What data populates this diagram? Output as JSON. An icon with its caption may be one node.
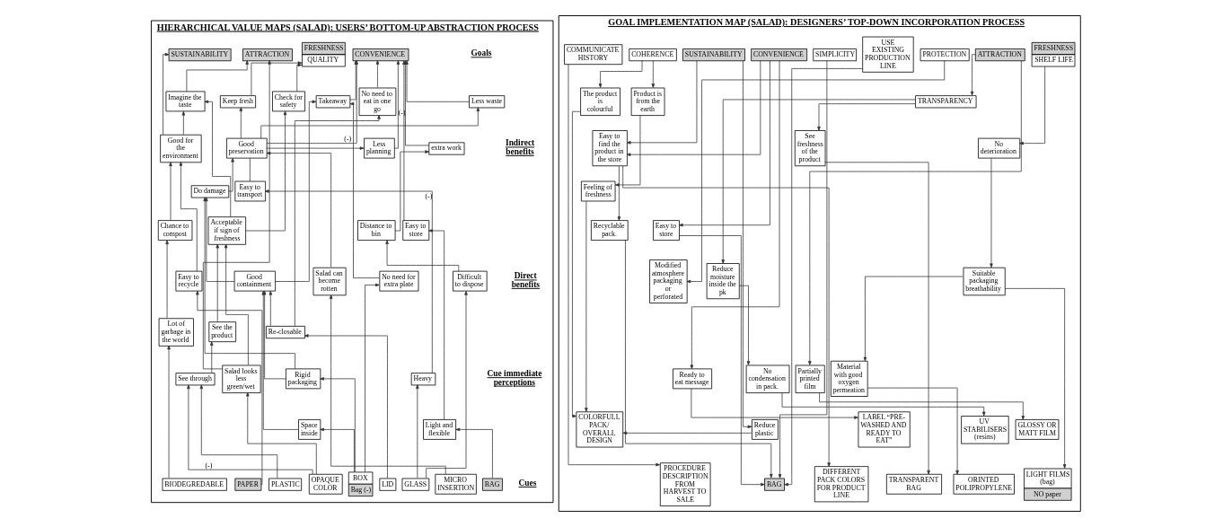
{
  "diagram": {
    "nodes": [
      {
        "text": [
          "HIERARCHICAL VALUE MAPS (SALAD): USERS’ BOTTOM-UP ABSTRACTION PROCESS"
        ]
      },
      {
        "text": [
          "GOAL IMPLEMENTATION MAP (SALAD): DESIGNERS’ TOP-DOWN INCORPORATION PROCESS"
        ]
      },
      {
        "text": [
          "CONVENIENCE"
        ],
        "in": 0
      },
      {
        "text": [
          "FRESHNESS",
          "QUALITY"
        ],
        "in": 0
      },
      {
        "text": [
          "ATTRACTION"
        ],
        "in": 0
      },
      {
        "text": [
          "SUSTAINABILITY"
        ],
        "in": 0
      },
      {
        "text": [
          "Takeaway"
        ],
        "in": 0
      },
      {
        "text": [
          "No need to eat in one go"
        ],
        "in": 0
      },
      {
        "text": [
          "Less planning"
        ],
        "in": 0
      },
      {
        "text": [
          "Keep fresh"
        ],
        "in": 0
      },
      {
        "text": [
          "Less waste"
        ],
        "in": 0
      },
      {
        "text": [
          "Check for safety"
        ],
        "in": 0
      },
      {
        "text": [
          "Imagine the taste"
        ],
        "in": 0
      },
      {
        "text": [
          "Good preservation"
        ],
        "in": 0
      },
      {
        "text": [
          "extra work"
        ],
        "in": 0
      },
      {
        "text": [
          "Good for the environment"
        ],
        "in": 0
      },
      {
        "text": [
          "Do damage"
        ],
        "in": 0
      },
      {
        "text": [
          "Easy to transport"
        ],
        "in": 0
      },
      {
        "text": [
          "Easy to store"
        ],
        "in": 0
      },
      {
        "text": [
          "Distance to bin"
        ],
        "in": 0
      },
      {
        "text": [
          "Acceptable if sign of freshness"
        ],
        "in": 0
      },
      {
        "text": [
          "Chance to compost"
        ],
        "in": 0
      },
      {
        "text": [
          "No need for extra plate"
        ],
        "in": 0
      },
      {
        "text": [
          "Good containment"
        ],
        "in": 0
      },
      {
        "text": [
          "Salad can become rotten"
        ],
        "in": 0
      },
      {
        "text": [
          "Difficult to dispose"
        ],
        "in": 0
      },
      {
        "text": [
          "Easy to recycle"
        ],
        "in": 0
      },
      {
        "text": [
          "Rigid packaging"
        ],
        "in": 0
      },
      {
        "text": [
          "Re-closable"
        ],
        "in": 0
      },
      {
        "text": [
          "Space inside"
        ],
        "in": 0
      },
      {
        "text": [
          "Light and flexible"
        ],
        "in": 0
      },
      {
        "text": [
          "Heavy"
        ],
        "in": 0
      },
      {
        "text": [
          "See the product"
        ],
        "in": 0
      },
      {
        "text": [
          "See through"
        ],
        "in": 0
      },
      {
        "text": [
          "Salad looks less green/wet"
        ],
        "in": 0
      },
      {
        "text": [
          "Lot of garbage in the world"
        ],
        "in": 0
      },
      {
        "text": [
          "BOX",
          "Bag (-)"
        ],
        "in": 0
      },
      {
        "text": [
          "LID"
        ],
        "in": 0
      },
      {
        "text": [
          "BAG"
        ],
        "in": 0
      },
      {
        "text": [
          "MICRO INSERTION"
        ],
        "in": 0
      },
      {
        "text": [
          "GLASS"
        ],
        "in": 0
      },
      {
        "text": [
          "PLASTIC"
        ],
        "in": 0
      },
      {
        "text": [
          "OPAQUE COLOR"
        ],
        "in": 0
      },
      {
        "text": [
          "PAPER"
        ],
        "in": 0
      },
      {
        "text": [
          "BIODEGREDABLE"
        ],
        "in": 0
      },
      {
        "text": [
          "FRESHNESS",
          "SHELF LIFE"
        ],
        "in": 1
      },
      {
        "text": [
          "ATTRACTION"
        ],
        "in": 1
      },
      {
        "text": [
          "TRANSPARENCY"
        ],
        "in": 1
      },
      {
        "text": [
          "PROTECTION"
        ],
        "in": 1
      },
      {
        "text": [
          "USE EXISTING PRODUCTION LINE"
        ],
        "in": 1
      },
      {
        "text": [
          "SIMPLICITY"
        ],
        "in": 1
      },
      {
        "text": [
          "CONVENIENCE"
        ],
        "in": 1
      },
      {
        "text": [
          "SUSTAINABILITY"
        ],
        "in": 1
      },
      {
        "text": [
          "COHERENCE"
        ],
        "in": 1
      },
      {
        "text": [
          "COMMUNICATE HISTORY"
        ],
        "in": 1
      },
      {
        "text": [
          "No deterioration"
        ],
        "in": 1
      },
      {
        "text": [
          "See freshness of the product"
        ],
        "in": 1
      },
      {
        "text": [
          "Easy to find the product in the store"
        ],
        "in": 1
      },
      {
        "text": [
          "The product is colourful"
        ],
        "in": 1
      },
      {
        "text": [
          "Product is from the earth"
        ],
        "in": 1
      },
      {
        "text": [
          "Feeling of freshness"
        ],
        "in": 1
      },
      {
        "text": [
          "Suitable packaging breathability"
        ],
        "in": 1
      },
      {
        "text": [
          "Reduce moisture inside the pk"
        ],
        "in": 1
      },
      {
        "text": [
          "Modified atmosphere packaging or perforated"
        ],
        "in": 1
      },
      {
        "text": [
          "Easy to store"
        ],
        "in": 1
      },
      {
        "text": [
          "Recyclable pack."
        ],
        "in": 1
      },
      {
        "text": [
          "Material with good oxygen permeation"
        ],
        "in": 1
      },
      {
        "text": [
          "No condensation in pack."
        ],
        "in": 1
      },
      {
        "text": [
          "Partially printed film"
        ],
        "in": 1
      },
      {
        "text": [
          "Ready to eat message"
        ],
        "in": 1
      },
      {
        "text": [
          "Reduce plastic"
        ],
        "in": 1
      },
      {
        "text": [
          "ORINTED POLIPROPYLENE"
        ],
        "in": 1
      },
      {
        "text": [
          "LIGHT FILMS (bag)",
          "NO paper"
        ],
        "in": 1
      },
      {
        "text": [
          "UV STABILISERS (resins)"
        ],
        "in": 1
      },
      {
        "text": [
          "TRANSPARENT BAG"
        ],
        "in": 1
      },
      {
        "text": [
          "GLOSSY OR MATT FILM"
        ],
        "in": 1
      },
      {
        "text": [
          "BAG"
        ],
        "in": 1
      },
      {
        "text": [
          "LABEL “PRE-WASHED AND READY TO EAT”"
        ],
        "in": 1
      },
      {
        "text": [
          "DIFFERENT PACK COLORS FOR PRODUCT LINE"
        ],
        "in": 1
      },
      {
        "text": [
          "COLORFULL PACK/ OVERALL DESIGN"
        ],
        "in": 1
      },
      {
        "text": [
          "PROCEDURE DESCRIPTION FROM HARVEST TO SALE"
        ],
        "in": 1
      }
    ],
    "edges": [
      {
        "from": 6,
        "to": 2,
        "arrow": "to"
      },
      {
        "from": 7,
        "to": 2,
        "arrow": "to"
      },
      {
        "from": 8,
        "to": 2,
        "arrow": "to"
      },
      {
        "from": 13,
        "to": 2,
        "arrow": "to",
        "label": "(-)"
      },
      {
        "from": 10,
        "to": 2,
        "arrow": "to"
      },
      {
        "from": 14,
        "to": 2,
        "arrow": "to",
        "label": "(-)"
      },
      {
        "from": 18,
        "to": 2,
        "arrow": "to"
      },
      {
        "from": 9,
        "to": 3,
        "arrow": "to"
      },
      {
        "from": 11,
        "to": 3,
        "arrow": "to"
      },
      {
        "from": 12,
        "to": 4,
        "arrow": "to"
      },
      {
        "from": 34,
        "to": 4,
        "arrow": "to"
      },
      {
        "from": 15,
        "to": 5,
        "arrow": "to"
      },
      {
        "from": 15,
        "to": 12,
        "arrow": "to"
      },
      {
        "from": 20,
        "to": 12,
        "arrow": "to"
      },
      {
        "from": 20,
        "to": 11,
        "arrow": "to"
      },
      {
        "from": 13,
        "to": 8,
        "arrow": "to"
      },
      {
        "from": 13,
        "to": 9,
        "arrow": "to"
      },
      {
        "from": 13,
        "to": 10,
        "arrow": "to"
      },
      {
        "from": 17,
        "to": 13,
        "arrow": "none"
      },
      {
        "from": 16,
        "to": 13,
        "arrow": "to"
      },
      {
        "from": 24,
        "to": 13,
        "arrow": "to"
      },
      {
        "from": 19,
        "to": 14,
        "arrow": "to"
      },
      {
        "from": 25,
        "to": 19,
        "arrow": "to"
      },
      {
        "from": 40,
        "to": 25,
        "arrow": "to"
      },
      {
        "from": 40,
        "to": 31,
        "arrow": "to"
      },
      {
        "from": 31,
        "to": 17,
        "arrow": "to",
        "label": "(-)"
      },
      {
        "from": 21,
        "to": 15,
        "arrow": "to"
      },
      {
        "from": 26,
        "to": 15,
        "arrow": "to"
      },
      {
        "from": 43,
        "to": 26,
        "arrow": "to"
      },
      {
        "from": 35,
        "to": 21,
        "arrow": "to"
      },
      {
        "from": 44,
        "to": 35,
        "arrow": "to"
      },
      {
        "from": 32,
        "to": 20,
        "arrow": "to"
      },
      {
        "from": 34,
        "to": 20,
        "arrow": "to"
      },
      {
        "from": 33,
        "to": 32,
        "arrow": "to"
      },
      {
        "from": 41,
        "to": 33,
        "arrow": "to"
      },
      {
        "from": 42,
        "to": 33,
        "arrow": "to",
        "label": "(-)"
      },
      {
        "from": 42,
        "to": 34,
        "arrow": "to"
      },
      {
        "from": 36,
        "to": 22,
        "arrow": "to"
      },
      {
        "from": 36,
        "to": 27,
        "arrow": "to"
      },
      {
        "from": 36,
        "to": 29,
        "arrow": "to"
      },
      {
        "from": 27,
        "to": 23,
        "arrow": "to"
      },
      {
        "from": 27,
        "to": 16,
        "arrow": "to"
      },
      {
        "from": 29,
        "to": 23,
        "arrow": "to"
      },
      {
        "from": 37,
        "to": 28,
        "arrow": "to"
      },
      {
        "from": 28,
        "to": 7,
        "arrow": "to"
      },
      {
        "from": 28,
        "to": 23,
        "arrow": "to"
      },
      {
        "from": 38,
        "to": 30,
        "arrow": "to"
      },
      {
        "from": 30,
        "to": 18,
        "arrow": "to"
      },
      {
        "from": 39,
        "to": 24,
        "arrow": "to"
      },
      {
        "from": 23,
        "to": 6,
        "arrow": "to"
      },
      {
        "from": 23,
        "to": 16,
        "arrow": "to"
      },
      {
        "from": 22,
        "to": 6,
        "arrow": "to"
      },
      {
        "from": 45,
        "to": 55,
        "arrow": "to"
      },
      {
        "from": 55,
        "to": 61,
        "arrow": "to"
      },
      {
        "from": 61,
        "to": 66,
        "arrow": "to"
      },
      {
        "from": 66,
        "to": 71,
        "arrow": "to"
      },
      {
        "from": 61,
        "to": 72,
        "arrow": "to"
      },
      {
        "from": 46,
        "to": 47,
        "arrow": "to"
      },
      {
        "from": 47,
        "to": 56,
        "arrow": "to"
      },
      {
        "from": 47,
        "to": 62,
        "arrow": "to"
      },
      {
        "from": 56,
        "to": 74,
        "arrow": "to"
      },
      {
        "from": 46,
        "to": 68,
        "arrow": "to"
      },
      {
        "from": 62,
        "to": 67,
        "arrow": "to"
      },
      {
        "from": 67,
        "to": 73,
        "arrow": "to"
      },
      {
        "from": 48,
        "to": 63,
        "arrow": "to"
      },
      {
        "from": 49,
        "to": 76,
        "arrow": "to"
      },
      {
        "from": 50,
        "to": 76,
        "arrow": "to"
      },
      {
        "from": 64,
        "to": 76,
        "arrow": "to"
      },
      {
        "from": 65,
        "to": 76,
        "arrow": "to"
      },
      {
        "from": 68,
        "to": 75,
        "arrow": "to"
      },
      {
        "from": 51,
        "to": 64,
        "arrow": "to"
      },
      {
        "from": 51,
        "to": 57,
        "arrow": "to"
      },
      {
        "from": 51,
        "to": 69,
        "arrow": "to"
      },
      {
        "from": 52,
        "to": 57,
        "arrow": "to"
      },
      {
        "from": 52,
        "to": 70,
        "arrow": "to"
      },
      {
        "from": 57,
        "to": 65,
        "arrow": "to"
      },
      {
        "from": 57,
        "to": 78,
        "arrow": "to"
      },
      {
        "from": 69,
        "to": 77,
        "arrow": "to"
      },
      {
        "from": 70,
        "to": 79,
        "arrow": "to"
      },
      {
        "from": 58,
        "to": 79,
        "arrow": "to"
      },
      {
        "from": 60,
        "to": 79,
        "arrow": "to"
      },
      {
        "from": 53,
        "to": 58,
        "arrow": "to"
      },
      {
        "from": 53,
        "to": 59,
        "arrow": "to"
      },
      {
        "from": 59,
        "to": 60,
        "arrow": "to"
      },
      {
        "from": 54,
        "to": 80,
        "arrow": "to"
      }
    ],
    "labels": [
      "Goals",
      "Indirect benefits",
      "Direct benefits",
      "Cue immediate perceptions",
      "Cues"
    ]
  }
}
